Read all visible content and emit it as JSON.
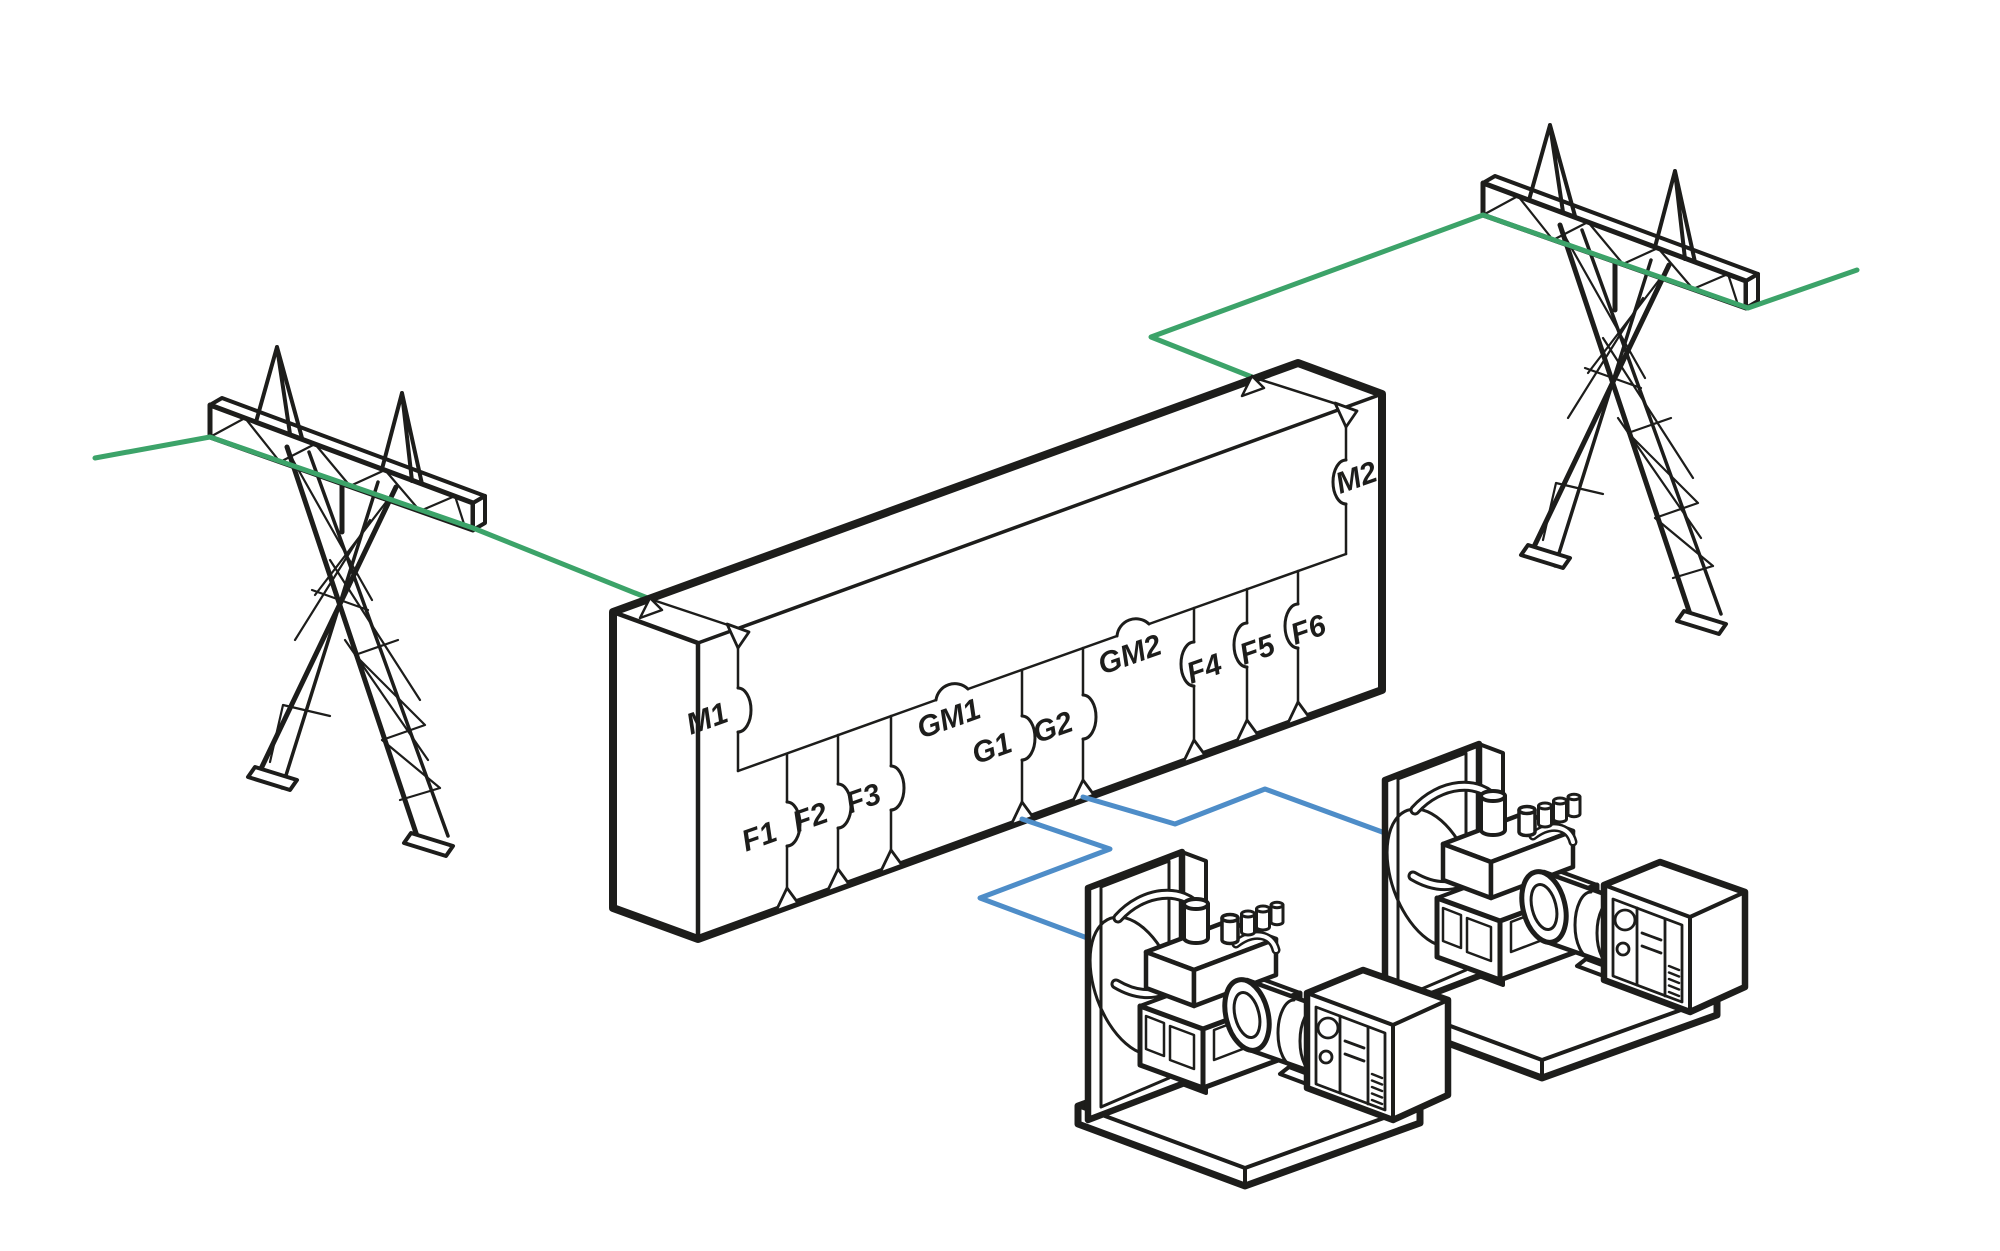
{
  "scene": {
    "description": "Isometric one-line power diagram: two high-voltage transmission towers feed a switchgear busbar lineup; two diesel generator sets are connected to the same busbar",
    "background": "#FFFFFF"
  },
  "panel": {
    "name": "switchgear-busbar-lineup",
    "connection_labels": [
      {
        "id": "M1",
        "label": "M1"
      },
      {
        "id": "F1",
        "label": "F1"
      },
      {
        "id": "F2",
        "label": "F2"
      },
      {
        "id": "F3",
        "label": "F3"
      },
      {
        "id": "GM1",
        "label": "GM1"
      },
      {
        "id": "G1",
        "label": "G1"
      },
      {
        "id": "G2",
        "label": "G2"
      },
      {
        "id": "GM2",
        "label": "GM2"
      },
      {
        "id": "F4",
        "label": "F4"
      },
      {
        "id": "F5",
        "label": "F5"
      },
      {
        "id": "F6",
        "label": "F6"
      },
      {
        "id": "M2",
        "label": "M2"
      }
    ]
  },
  "towers": [
    {
      "id": "tower-left",
      "name": "transmission tower left"
    },
    {
      "id": "tower-right",
      "name": "transmission tower right"
    }
  ],
  "generators": [
    {
      "id": "genset-1",
      "name": "generator set 1"
    },
    {
      "id": "genset-2",
      "name": "generator set 2"
    }
  ],
  "connections": [
    {
      "from": "transmission tower left",
      "to": "M1",
      "line": "green"
    },
    {
      "from": "transmission tower right",
      "to": "M2",
      "line": "green"
    },
    {
      "from": "G1",
      "to": "generator set 1",
      "line": "blue"
    },
    {
      "from": "G2",
      "to": "generator set 2",
      "line": "blue"
    }
  ],
  "colors": {
    "utility_line_green": "#3CA369",
    "generator_line_blue": "#4E8DC8",
    "ink": "#1D1D1B",
    "background": "#FFFFFF"
  }
}
